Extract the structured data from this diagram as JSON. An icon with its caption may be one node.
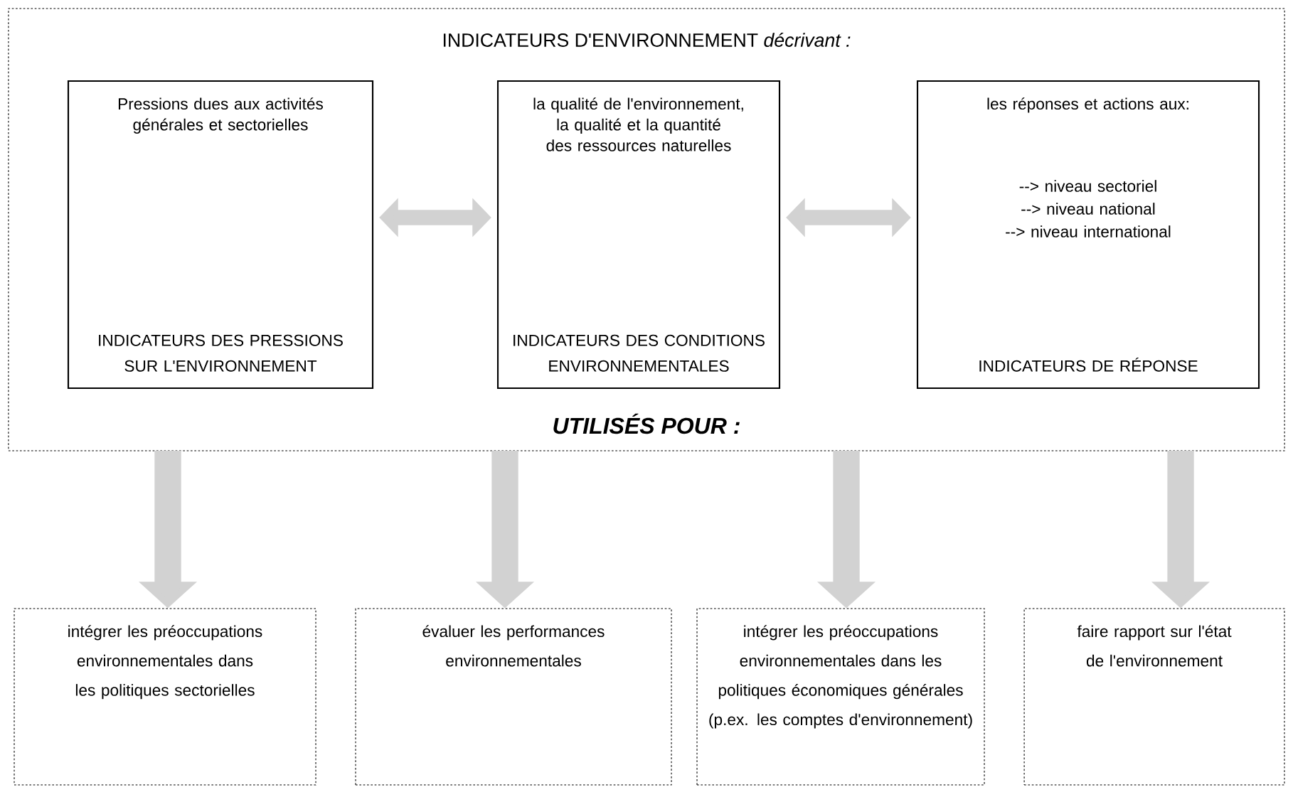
{
  "diagram": {
    "nodes": [
      {
        "text": [
          "INDICATEURS D'ENVIRONNEMENT *décrivant :*",
          "UTILISÉS POUR :"
        ]
      },
      {
        "text": [
          "Pressions dues aux activités générales et sectorielles",
          "INDICATEURS DES PRESSIONS SUR L'ENVIRONNEMENT"
        ],
        "in": 0
      },
      {
        "text": [
          "la qualité de l'environnement, la qualité et la quantité des ressources naturelles",
          "INDICATEURS DES CONDITIONS ENVIRONNEMENTALES"
        ],
        "in": 0
      },
      {
        "text": [
          "les réponses et actions aux:",
          "--> niveau sectoriel",
          "--> niveau national",
          "--> niveau international",
          "INDICATEURS DE RÉPONSE"
        ],
        "in": 0
      },
      {
        "text": [
          "intégrer les préoccupations environnementales dans les politiques sectorielles"
        ]
      },
      {
        "text": [
          "évaluer les performances environnementales"
        ]
      },
      {
        "text": [
          "intégrer les préoccupations environnementales dans les politiques économiques générales (p.ex. les comptes d'environnement)"
        ]
      },
      {
        "text": [
          "faire rapport sur l'état de l'environnement"
        ]
      }
    ],
    "edges": [
      {
        "from": 1,
        "to": 2,
        "arrow": "both"
      },
      {
        "from": 2,
        "to": 3,
        "arrow": "both"
      },
      {
        "from": 0,
        "to": 4,
        "arrow": "to"
      },
      {
        "from": 0,
        "to": 5,
        "arrow": "to"
      },
      {
        "from": 0,
        "to": 6,
        "arrow": "to"
      },
      {
        "from": 0,
        "to": 7,
        "arrow": "to"
      }
    ]
  }
}
